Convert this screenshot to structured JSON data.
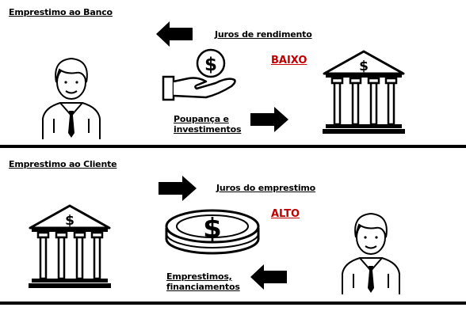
{
  "top": {
    "title": "Emprestimo ao Banco",
    "juros_label": "Juros de rendimento",
    "rate_label": "BAIXO",
    "caption_line1": "Poupança e",
    "caption_line2": "investimentos"
  },
  "bottom": {
    "title": "Emprestimo ao Cliente",
    "juros_label": "Juros do emprestimo",
    "rate_label": "ALTO",
    "caption_line1": "Emprestimos,",
    "caption_line2": "financiamentos"
  },
  "colors": {
    "rate": "#c00000",
    "ink": "#000000"
  },
  "icons": [
    "person-icon",
    "bank-icon",
    "hand-coin-icon",
    "coin-stack-icon",
    "arrow-left-icon",
    "arrow-right-icon"
  ]
}
